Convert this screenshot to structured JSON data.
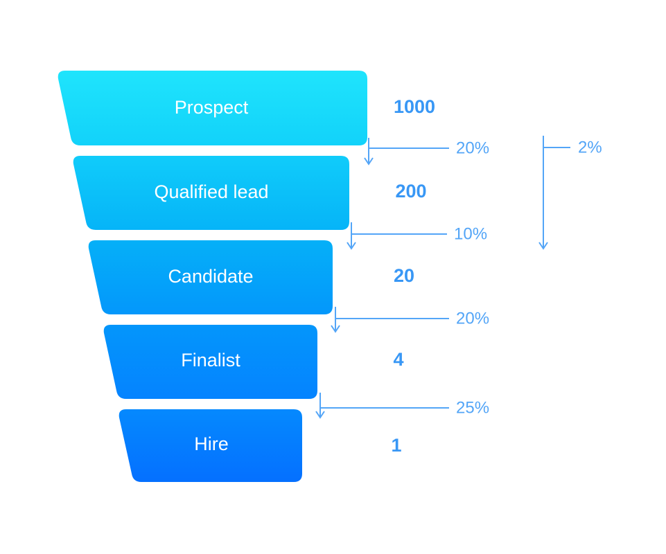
{
  "chart_data": {
    "type": "funnel",
    "title": "",
    "subtitle": "",
    "xlabel": "",
    "ylabel": "",
    "legend": [],
    "grid": false,
    "stages": [
      {
        "label": "Prospect",
        "value": "1000",
        "value_number": 1000
      },
      {
        "label": "Qualified lead",
        "value": "200",
        "value_number": 200
      },
      {
        "label": "Candidate",
        "value": "20",
        "value_number": 20
      },
      {
        "label": "Finalist",
        "value": "4",
        "value_number": 4
      },
      {
        "label": "Hire",
        "value": "1",
        "value_number": 1
      }
    ],
    "step_conversions": [
      {
        "from": "Prospect",
        "to": "Qualified lead",
        "label": "20%",
        "value": 20
      },
      {
        "from": "Qualified lead",
        "to": "Candidate",
        "label": "10%",
        "value": 10
      },
      {
        "from": "Candidate",
        "to": "Finalist",
        "label": "20%",
        "value": 20
      },
      {
        "from": "Finalist",
        "to": "Hire",
        "label": "25%",
        "value": 25
      }
    ],
    "overall_conversion": {
      "label": "2%",
      "value": 2,
      "from": "Prospect",
      "to": "Hire"
    },
    "colors": {
      "background": "#ffffff",
      "funnel_top": "#19DCFB",
      "funnel_bottom": "#0577FF",
      "stage_text": "#ffffff",
      "value_text": "#3897F5",
      "percent_text": "#53A5F7",
      "connector_line": "#53A5F7"
    }
  }
}
